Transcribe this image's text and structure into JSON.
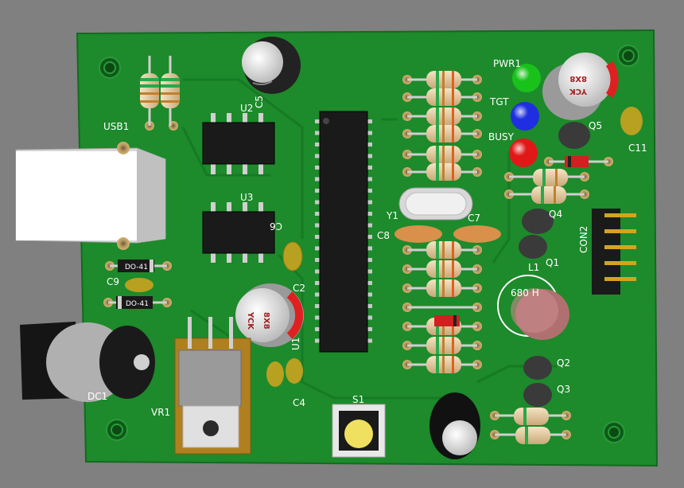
{
  "board": {
    "background_color": "#808080",
    "pcb_color": "#1d8a2b",
    "silk_color": "#ffffff",
    "labels": {
      "usb1": "USB1",
      "u2": "U2",
      "u3": "U3",
      "c5": "C5",
      "c6": "C6",
      "c2": "C2",
      "c4": "C4",
      "c7": "C7",
      "c8": "C8",
      "c9": "C9",
      "c11": "C11",
      "y1": "Y1",
      "u1": "U1",
      "vr1": "VR1",
      "dc1": "DC1",
      "s1": "S1",
      "pwr1": "PWR1",
      "tgt": "TGT",
      "busy": "BUSY",
      "q1": "Q1",
      "q2": "Q2",
      "q3": "Q3",
      "q4": "Q4",
      "q5": "Q5",
      "l1": "L1",
      "con2": "CON2",
      "do41_a": "DO-41",
      "do41_b": "DO-41",
      "ind_value": "680 H"
    },
    "cap_text_a": "8X8",
    "cap_text_b": "YCK",
    "leds": {
      "green": "#18c21a",
      "blue": "#1e2ee0",
      "red": "#e01818"
    }
  }
}
